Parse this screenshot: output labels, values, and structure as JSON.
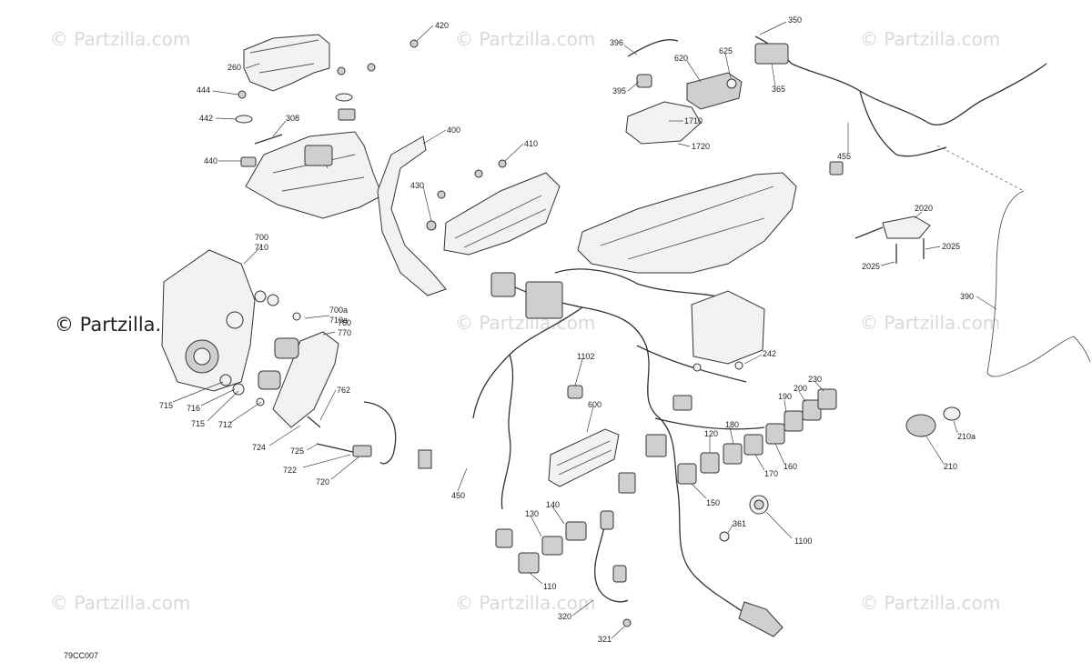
{
  "watermark_text": "© Partzilla.com",
  "diagram_code": "79CC007",
  "part_labels": {
    "p260": "260",
    "p444": "444",
    "p442": "442",
    "p308": "308",
    "p440": "440",
    "p420": "420",
    "p400": "400",
    "p410": "410",
    "p430": "430",
    "p396": "396",
    "p395": "395",
    "p620": "620",
    "p625": "625",
    "p350": "350",
    "p365": "365",
    "p1710": "1710",
    "p1720": "1720",
    "p455": "455",
    "p2020": "2020",
    "p2025a": "2025",
    "p2025b": "2025",
    "p390": "390",
    "p242": "242",
    "p1102": "1102",
    "p600": "600",
    "p700": "700",
    "p710": "710",
    "p700a": "700a",
    "p710a": "710a",
    "p760": "760",
    "p770": "770",
    "p715a": "715",
    "p716": "716",
    "p715b": "715",
    "p712": "712",
    "p762": "762",
    "p724": "724",
    "p725": "725",
    "p722": "722",
    "p720": "720",
    "p450": "450",
    "p230": "230",
    "p200": "200",
    "p190": "190",
    "p180": "180",
    "p120": "120",
    "p170": "170",
    "p160": "160",
    "p150": "150",
    "p140": "140",
    "p130": "130",
    "p110": "110",
    "p361": "361",
    "p1100": "1100",
    "p210a": "210a",
    "p210": "210",
    "p320": "320",
    "p321": "321"
  }
}
